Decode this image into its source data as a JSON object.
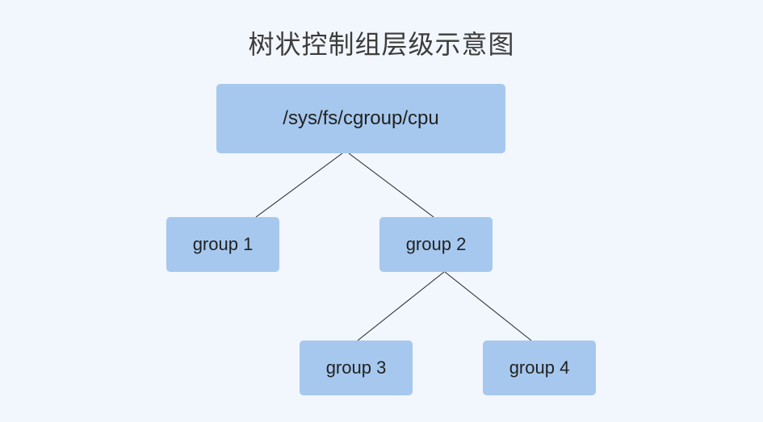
{
  "title": "树状控制组层级示意图",
  "nodes": {
    "root": "/sys/fs/cgroup/cpu",
    "group1": "group 1",
    "group2": "group 2",
    "group3": "group 3",
    "group4": "group 4"
  },
  "colors": {
    "background": "#f2f6fd",
    "node_fill": "#a6c8ee",
    "line": "#222222"
  }
}
